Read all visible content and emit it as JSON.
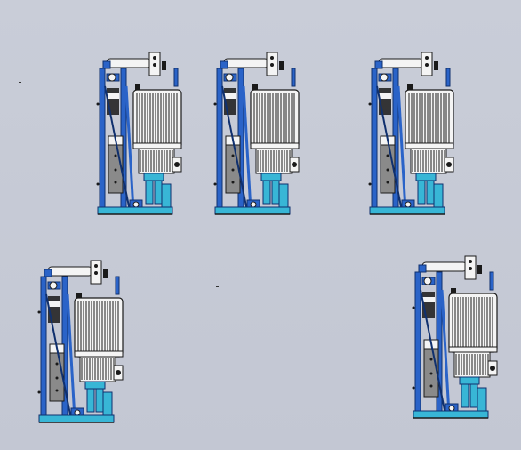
{
  "scene": {
    "background": "#c6cad6",
    "component_count": 5,
    "colors": {
      "frame_blue": "#2a63c8",
      "frame_dark": "#10306e",
      "base_cyan": "#38b6d6",
      "motor_white": "#f4f4f4",
      "line_dark": "#1a1a1a",
      "plate_gray": "#8a8a8a"
    }
  },
  "components": [
    {
      "name": "thruster-brake-1"
    },
    {
      "name": "thruster-brake-2"
    },
    {
      "name": "thruster-brake-3"
    },
    {
      "name": "thruster-brake-4"
    },
    {
      "name": "thruster-brake-5"
    }
  ]
}
